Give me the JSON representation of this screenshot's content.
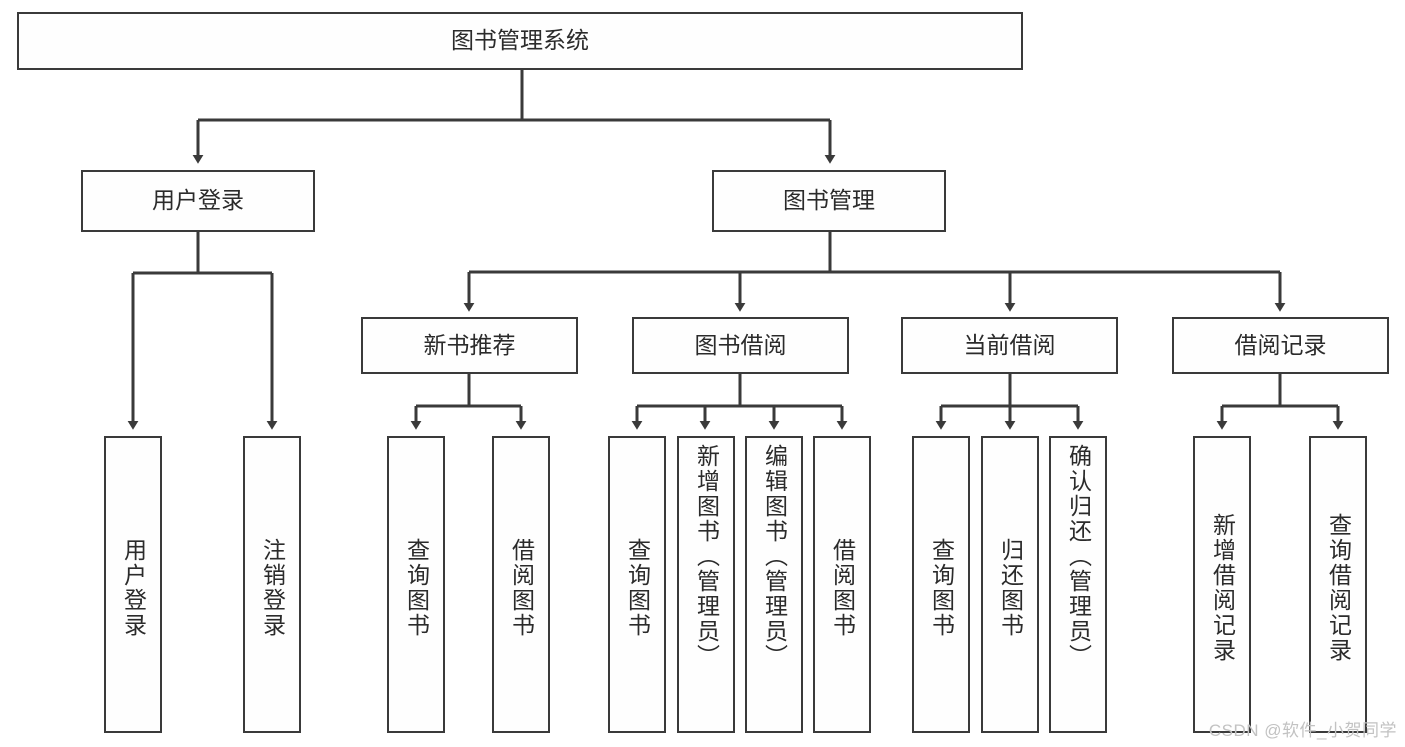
{
  "diagram": {
    "title": "图书管理系统",
    "type": "tree",
    "watermark": "CSDN @软件_小贺同学",
    "colors": {
      "stroke": "#3a3a3a",
      "fill": "#fefefe",
      "text": "#2b2b2b",
      "watermark": "#c2c2c2",
      "background": "#ffffff"
    },
    "root": {
      "label": "图书管理系统"
    },
    "level2": [
      {
        "label": "用户登录"
      },
      {
        "label": "图书管理"
      }
    ],
    "level3": [
      {
        "label": "新书推荐"
      },
      {
        "label": "图书借阅"
      },
      {
        "label": "当前借阅"
      },
      {
        "label": "借阅记录"
      }
    ],
    "leaves": {
      "user_login": [
        {
          "label": "用户登录"
        },
        {
          "label": "注销登录"
        }
      ],
      "new_book": [
        {
          "label": "查询图书"
        },
        {
          "label": "借阅图书"
        }
      ],
      "book_borrow": [
        {
          "label": "查询图书"
        },
        {
          "label": "新增图书（管理员）"
        },
        {
          "label": "编辑图书（管理员）"
        },
        {
          "label": "借阅图书"
        }
      ],
      "current_borrow": [
        {
          "label": "查询图书"
        },
        {
          "label": "归还图书"
        },
        {
          "label": "确认归还（管理员）"
        }
      ],
      "borrow_record": [
        {
          "label": "新增借阅记录"
        },
        {
          "label": "查询借阅记录"
        }
      ]
    }
  }
}
